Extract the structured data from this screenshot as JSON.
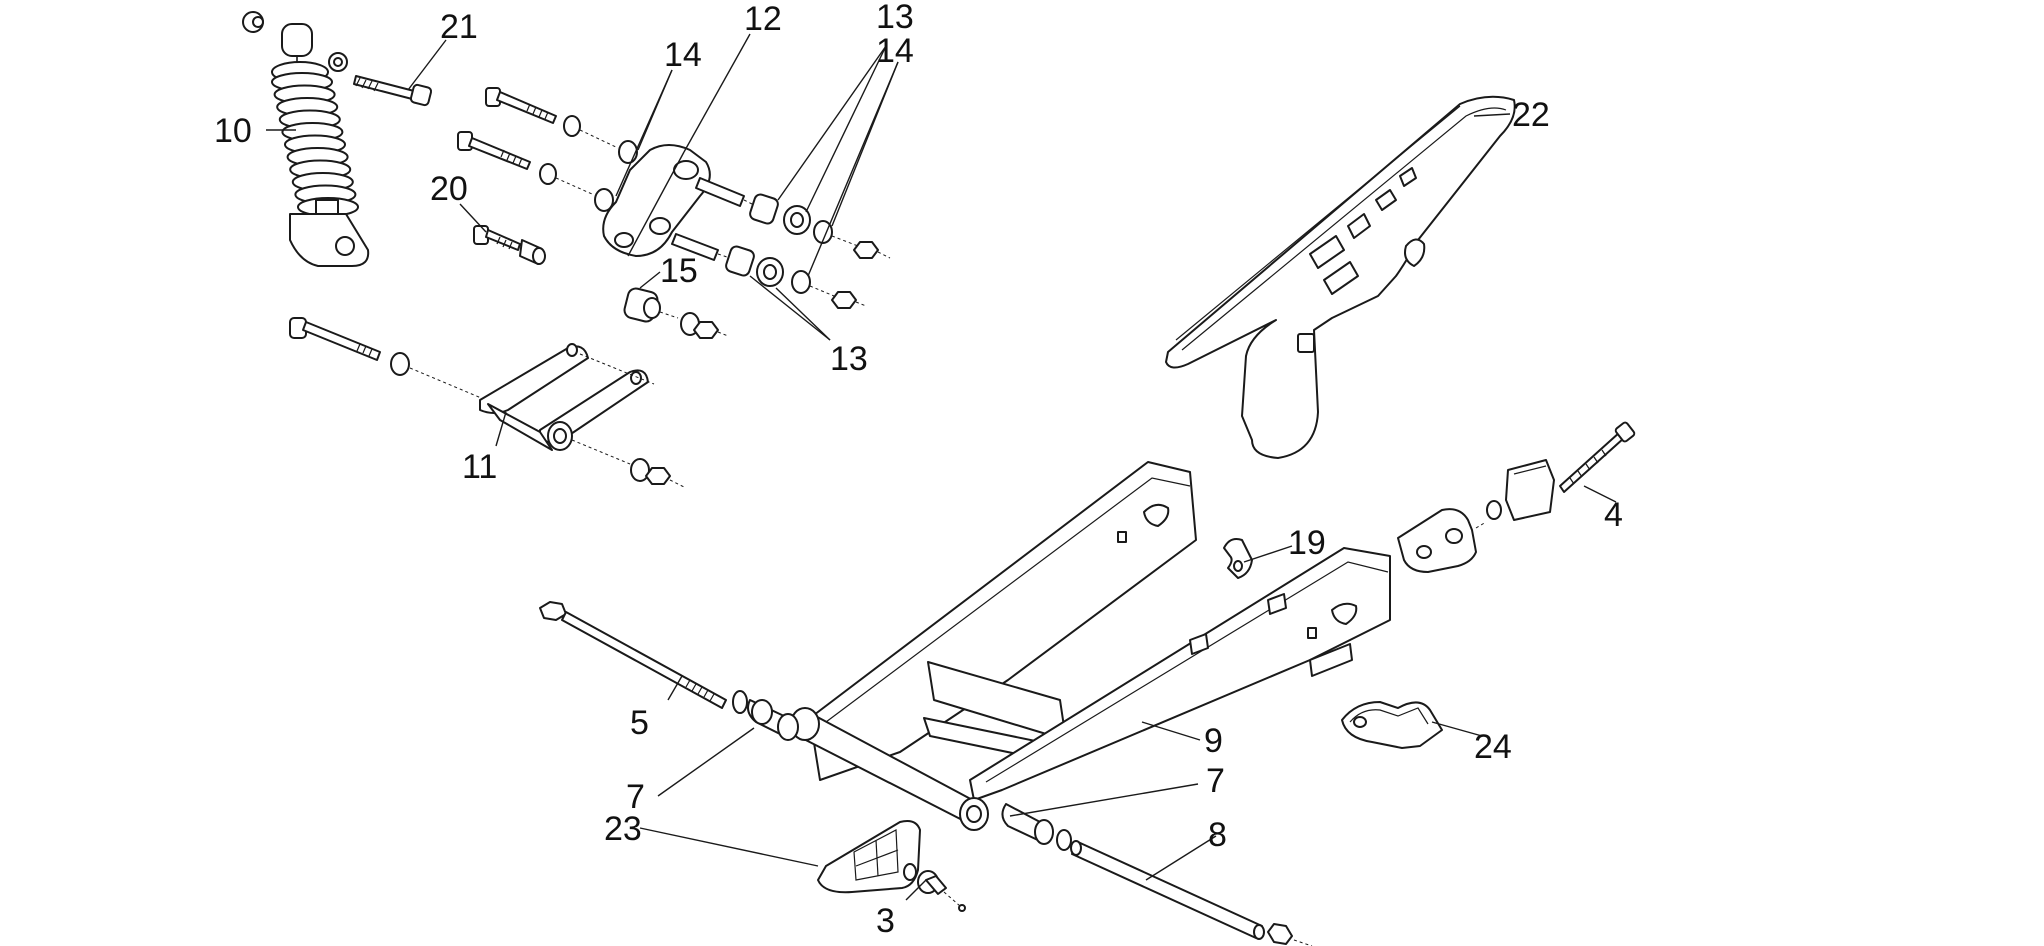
{
  "diagram": {
    "callouts": [
      "21",
      "12",
      "13",
      "14",
      "14",
      "10",
      "20",
      "15",
      "13",
      "22",
      "11",
      "4",
      "19",
      "5",
      "9",
      "24",
      "7",
      "7",
      "23",
      "8",
      "3"
    ]
  }
}
